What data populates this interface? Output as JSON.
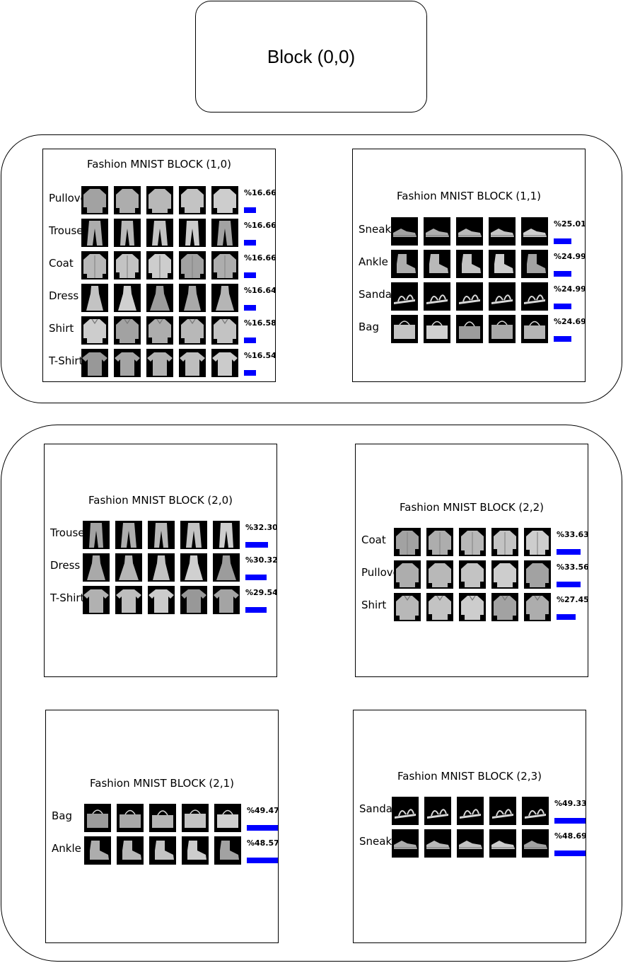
{
  "root": {
    "label": "Block (0,0)"
  },
  "colors": {
    "bar": "#0000ff",
    "thumb_bg": "#000000",
    "item": "#d8d8d8"
  },
  "groups": [
    {
      "panels": [
        {
          "title": "Fashion MNIST BLOCK (1,0)",
          "rows": [
            {
              "label": "Pullover",
              "icon": "pullover-icon",
              "percent": "%16.66",
              "value": 16.66
            },
            {
              "label": "Trouser",
              "icon": "trouser-icon",
              "percent": "%16.66",
              "value": 16.66
            },
            {
              "label": "Coat",
              "icon": "coat-icon",
              "percent": "%16.66",
              "value": 16.66
            },
            {
              "label": "Dress",
              "icon": "dress-icon",
              "percent": "%16.64",
              "value": 16.64
            },
            {
              "label": "Shirt",
              "icon": "shirt-icon",
              "percent": "%16.58",
              "value": 16.58
            },
            {
              "label": "T-Shirt",
              "icon": "tshirt-icon",
              "percent": "%16.54",
              "value": 16.54
            }
          ]
        },
        {
          "title": "Fashion MNIST BLOCK (1,1)",
          "rows": [
            {
              "label": "Sneaker",
              "icon": "sneaker-icon",
              "percent": "%25.01",
              "value": 25.01
            },
            {
              "label": "Ankle",
              "icon": "ankle-boot-icon",
              "percent": "%24.99",
              "value": 24.99
            },
            {
              "label": "Sandal",
              "icon": "sandal-icon",
              "percent": "%24.99",
              "value": 24.99
            },
            {
              "label": "Bag",
              "icon": "bag-icon",
              "percent": "%24.69",
              "value": 24.69
            }
          ]
        }
      ]
    },
    {
      "panels": [
        {
          "title": "Fashion MNIST BLOCK (2,0)",
          "rows": [
            {
              "label": "Trouser",
              "icon": "trouser-icon",
              "percent": "%32.30",
              "value": 32.3
            },
            {
              "label": "Dress",
              "icon": "dress-icon",
              "percent": "%30.32",
              "value": 30.32
            },
            {
              "label": "T-Shirt",
              "icon": "tshirt-icon",
              "percent": "%29.54",
              "value": 29.54
            }
          ]
        },
        {
          "title": "Fashion MNIST BLOCK (2,2)",
          "rows": [
            {
              "label": "Coat",
              "icon": "coat-icon",
              "percent": "%33.63",
              "value": 33.63
            },
            {
              "label": "Pullover",
              "icon": "pullover-icon",
              "percent": "%33.56",
              "value": 33.56
            },
            {
              "label": "Shirt",
              "icon": "shirt-icon",
              "percent": "%27.45",
              "value": 27.45
            }
          ]
        },
        {
          "title": "Fashion MNIST BLOCK (2,1)",
          "rows": [
            {
              "label": "Bag",
              "icon": "bag-icon",
              "percent": "%49.47",
              "value": 49.47
            },
            {
              "label": "Ankle",
              "icon": "ankle-boot-icon",
              "percent": "%48.57",
              "value": 48.57
            }
          ]
        },
        {
          "title": "Fashion MNIST BLOCK (2,3)",
          "rows": [
            {
              "label": "Sandal",
              "icon": "sandal-icon",
              "percent": "%49.33",
              "value": 49.33
            },
            {
              "label": "Sneaker",
              "icon": "sneaker-icon",
              "percent": "%48.69",
              "value": 48.69
            }
          ]
        }
      ]
    }
  ]
}
